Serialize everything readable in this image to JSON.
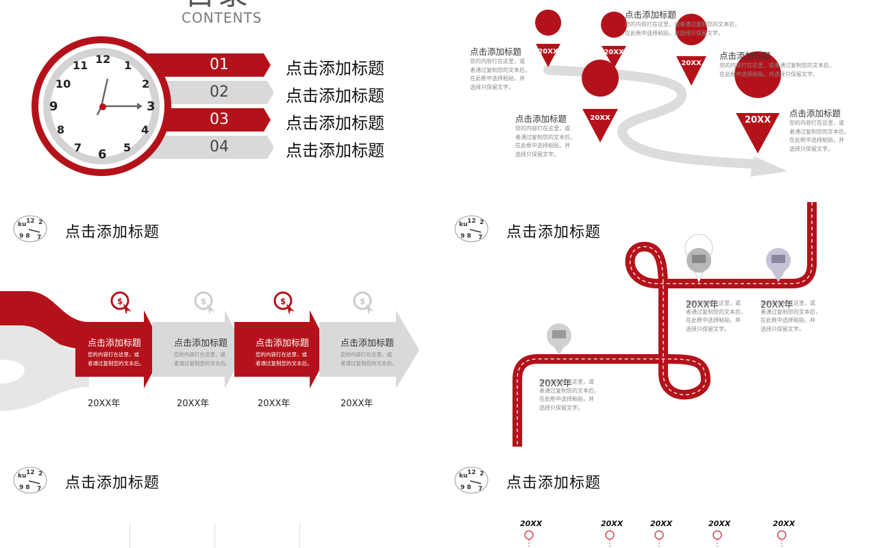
{
  "toc": {
    "title": "目录",
    "subtitle": "CONTENTS",
    "items": [
      {
        "num": "01",
        "label": "点击添加标题"
      },
      {
        "num": "02",
        "label": "点击添加标题"
      },
      {
        "num": "03",
        "label": "点击添加标题"
      },
      {
        "num": "04",
        "label": "点击添加标题"
      }
    ],
    "clock_numbers": [
      "12",
      "1",
      "2",
      "3",
      "4",
      "5",
      "6",
      "7",
      "8",
      "9",
      "10",
      "11"
    ]
  },
  "route": {
    "pins": [
      "20XX",
      "20XX",
      "20XX",
      "20XX",
      "20XX"
    ],
    "blocks": [
      {
        "title": "点击添加标题",
        "lines": [
          "您的内容打在这里，或者通过复制您的文本后，",
          "在此框中选择粘贴，并选择只保留文字。"
        ]
      },
      {
        "title": "点击添加标题",
        "lines": [
          "您的内容打在这里，或",
          "者通过复制您的文本后，",
          "在此框中选择粘贴，并",
          "选择只保留文字。"
        ]
      },
      {
        "title": "点击添加标题",
        "lines": [
          "您的内容打在这里，或者通过复制您的文本后，",
          "在此框中选择粘贴，并选择只保留文字。"
        ]
      },
      {
        "title": "点击添加标题",
        "lines": [
          "您的内容打在这里，或",
          "者通过复制您的文本后，",
          "在此框中选择粘贴，并",
          "选择只保留文字。"
        ]
      },
      {
        "title": "点击添加标题",
        "lines": [
          "您的内容打在这里，或",
          "者通过复制您的文本后，",
          "在此框中选择粘贴，并",
          "选择只保留文字。"
        ]
      }
    ]
  },
  "arrows_slide": {
    "title": "点击添加标题",
    "steps": [
      {
        "title": "点击添加标题",
        "body": [
          "您的内容打在这里，或",
          "者通过复制您的文本后。"
        ],
        "year": "20XX年",
        "color": "#b4121a"
      },
      {
        "title": "点击添加标题",
        "body": [
          "您的内容打在这里，或",
          "者通过复制您的文本后。"
        ],
        "year": "20XX年",
        "color": "#d9d9d9"
      },
      {
        "title": "点击添加标题",
        "body": [
          "您的内容打在这里，或",
          "者通过复制您的文本后。"
        ],
        "year": "20XX年",
        "color": "#b4121a"
      },
      {
        "title": "点击添加标题",
        "body": [
          "您的内容打在这里，或",
          "者通过复制您的文本后。"
        ],
        "year": "20XX年",
        "color": "#d9d9d9"
      }
    ]
  },
  "road_slide": {
    "title": "点击添加标题",
    "stops": [
      {
        "year": "20XX年",
        "lines": [
          "您的内容打在这里，或",
          "者通过复制您的文本后，",
          "在此框中选择粘贴，并",
          "选择只保留文字。"
        ]
      },
      {
        "year": "20XX年",
        "lines": [
          "您的内容打在这里，或",
          "者通过复制您的文本后，",
          "在此框中选择粘贴，并",
          "选择只保留文字。"
        ]
      },
      {
        "year": "20XX年",
        "lines": [
          "您的内容打在这里，或",
          "者通过复制您的文本后，",
          "在此框中选择粘贴，并",
          "选择只保留文字。"
        ]
      }
    ]
  },
  "bottom_left": {
    "title": "点击添加标题"
  },
  "bottom_right": {
    "title": "点击添加标题",
    "years": [
      "20XX",
      "20XX",
      "20XX",
      "20XX",
      "20XX"
    ]
  },
  "colors": {
    "accent": "#b4121a",
    "gray": "#d9d9d9"
  }
}
